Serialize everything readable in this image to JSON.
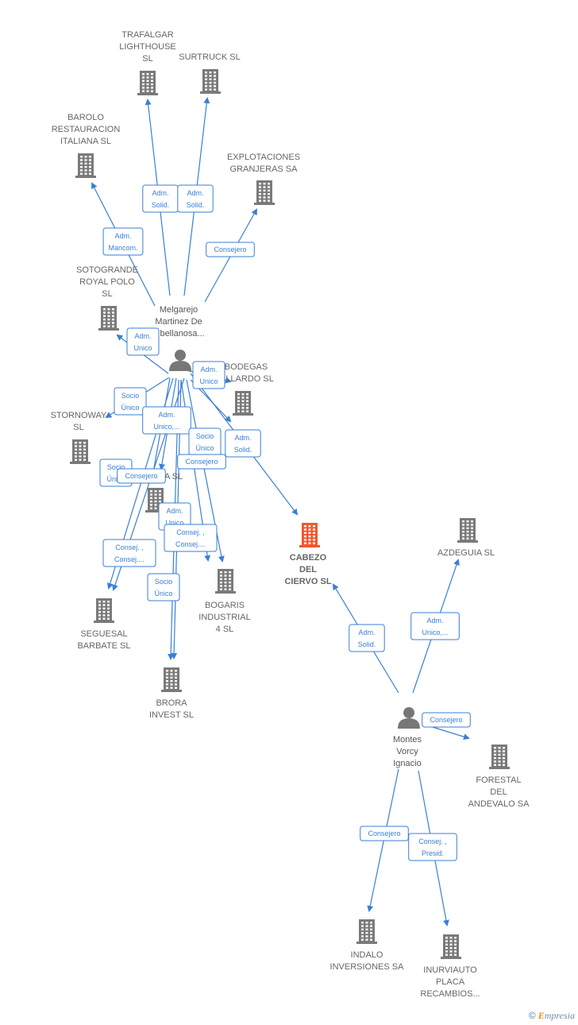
{
  "colors": {
    "edge": "#3a7fd5",
    "building": "#7a7a7a",
    "focus_building": "#f2572f",
    "person": "#777777"
  },
  "nodes": [
    {
      "id": "trafalgar",
      "type": "company",
      "lines": [
        "TRAFALGAR",
        "LIGHTHOUSE",
        "SL"
      ]
    },
    {
      "id": "surtruck",
      "type": "company",
      "lines": [
        "SURTRUCK  SL"
      ]
    },
    {
      "id": "barolo",
      "type": "company",
      "lines": [
        "BAROLO",
        "RESTAURACION",
        "ITALIANA SL"
      ]
    },
    {
      "id": "explotaciones",
      "type": "company",
      "lines": [
        "EXPLOTACIONES",
        "GRANJERAS SA"
      ]
    },
    {
      "id": "sotogrande",
      "type": "company",
      "lines": [
        "SOTOGRANDE",
        "ROYAL POLO",
        "SL"
      ]
    },
    {
      "id": "bodegas",
      "type": "company",
      "lines": [
        "BODEGAS",
        "...LLARDO  SL"
      ]
    },
    {
      "id": "stornoway",
      "type": "company",
      "lines": [
        "STORNOWAY",
        "SL"
      ]
    },
    {
      "id": "hidden_sa",
      "type": "company",
      "lines": [
        "...A SL"
      ]
    },
    {
      "id": "cabezo",
      "type": "company",
      "focus": true,
      "lines": [
        "CABEZO",
        "DEL",
        "CIERVO  SL"
      ]
    },
    {
      "id": "azdeguia",
      "type": "company",
      "lines": [
        "AZDEGUIA  SL"
      ]
    },
    {
      "id": "seguesal",
      "type": "company",
      "lines": [
        "SEGUESAL",
        "BARBATE  SL"
      ]
    },
    {
      "id": "bogaris",
      "type": "company",
      "lines": [
        "BOGARIS",
        "INDUSTRIAL",
        "4 SL"
      ]
    },
    {
      "id": "brora",
      "type": "company",
      "lines": [
        "BRORA",
        "INVEST  SL"
      ]
    },
    {
      "id": "forestal",
      "type": "company",
      "lines": [
        "FORESTAL",
        "DEL",
        "ANDEVALO SA"
      ]
    },
    {
      "id": "indalo",
      "type": "company",
      "lines": [
        "INDALO",
        "INVERSIONES SA"
      ]
    },
    {
      "id": "inurviauto",
      "type": "company",
      "lines": [
        "INURVIAUTO",
        "PLACA",
        "RECAMBIOS..."
      ]
    },
    {
      "id": "melgarejo",
      "type": "person",
      "lines": [
        "Melgarejo",
        "Martinez De",
        "...bellanosa..."
      ]
    },
    {
      "id": "montes",
      "type": "person",
      "lines": [
        "Montes",
        "Vorcy",
        "Ignacio"
      ]
    }
  ],
  "edges": [
    {
      "from": "melgarejo",
      "to": "trafalgar",
      "label": [
        "Adm.",
        "Solid."
      ]
    },
    {
      "from": "melgarejo",
      "to": "surtruck",
      "label": [
        "Adm.",
        "Solid."
      ]
    },
    {
      "from": "melgarejo",
      "to": "barolo",
      "label": [
        "Adm.",
        "Mancom."
      ]
    },
    {
      "from": "melgarejo",
      "to": "explotaciones",
      "label": [
        "Consejero"
      ]
    },
    {
      "from": "melgarejo",
      "to": "sotogrande",
      "label": [
        "Adm.",
        "Unico"
      ]
    },
    {
      "from": "melgarejo",
      "to": "bodegas",
      "label": [
        "Adm.",
        "Unico"
      ]
    },
    {
      "from": "melgarejo",
      "to": "stornoway",
      "label": [
        "Socio",
        "Único"
      ]
    },
    {
      "from": "melgarejo",
      "to": "hidden_sa",
      "label": [
        "Adm.",
        "Unico,..."
      ]
    },
    {
      "from": "melgarejo",
      "to": "cabezo",
      "label": [
        "Adm.",
        "Solid."
      ]
    },
    {
      "from": "melgarejo",
      "to": "bodegas",
      "label": [
        "Socio",
        "Único"
      ]
    },
    {
      "from": "melgarejo",
      "to": "bogaris",
      "label": [
        "Consejero"
      ]
    },
    {
      "from": "melgarejo",
      "to": "seguesal",
      "label": [
        "Socio",
        "Único"
      ]
    },
    {
      "from": "melgarejo",
      "to": "seguesal",
      "label": [
        "Consej. ,",
        "Consej...."
      ]
    },
    {
      "from": "melgarejo",
      "to": "bogaris",
      "label": [
        "Adm.",
        "Unico"
      ]
    },
    {
      "from": "melgarejo",
      "to": "bogaris",
      "label": [
        "Consej. ,",
        "Consej...."
      ]
    },
    {
      "from": "melgarejo",
      "to": "brora",
      "label": [
        "Socio",
        "Único"
      ]
    },
    {
      "from": "melgarejo",
      "to": "hidden_sa",
      "label": [
        "Consejero"
      ]
    },
    {
      "from": "montes",
      "to": "cabezo",
      "label": [
        "Adm.",
        "Solid."
      ]
    },
    {
      "from": "montes",
      "to": "azdeguia",
      "label": [
        "Adm.",
        "Unico,..."
      ]
    },
    {
      "from": "montes",
      "to": "forestal",
      "label": [
        "Consejero"
      ]
    },
    {
      "from": "montes",
      "to": "indalo",
      "label": [
        "Consejero"
      ]
    },
    {
      "from": "montes",
      "to": "inurviauto",
      "label": [
        "Consej. ,",
        "Presid."
      ]
    }
  ],
  "brand": {
    "copyright": "©",
    "name": "mpresia",
    "initial": "E"
  }
}
